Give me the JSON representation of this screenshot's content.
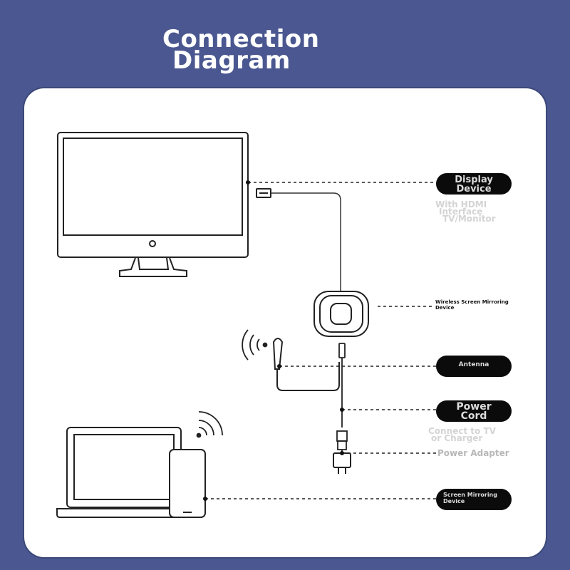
{
  "title": {
    "line1": "Connection",
    "line2": "Diagram"
  },
  "labels": {
    "display": {
      "name": "Display Device",
      "desc": [
        "With HDMI",
        "Interface",
        "TV/Monitor"
      ]
    },
    "mirroring_device": {
      "name": "Wireless Screen Mirroring Device"
    },
    "antenna": {
      "name": "Antenna"
    },
    "power": {
      "name": "Power Cord",
      "desc": [
        "Connect to TV",
        "or Charger"
      ]
    },
    "adapter": {
      "name": "Power Adapter"
    },
    "screen_device": {
      "name": "Screen Mirroring Device"
    }
  },
  "icons": [
    "monitor-icon",
    "hdmi-plug-icon",
    "dongle-icon",
    "antenna-icon",
    "wifi-icon",
    "usb-plug-icon",
    "power-adapter-icon",
    "laptop-icon",
    "phone-icon"
  ]
}
